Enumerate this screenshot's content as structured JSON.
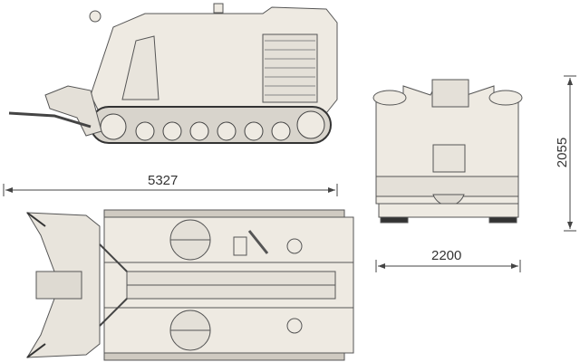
{
  "dimensions": {
    "length": "5327",
    "height": "2055",
    "width": "2200"
  },
  "colors": {
    "body_fill": "#eeeae2",
    "line": "#555555",
    "dark": "#3a3a3a",
    "background": "#ffffff"
  }
}
